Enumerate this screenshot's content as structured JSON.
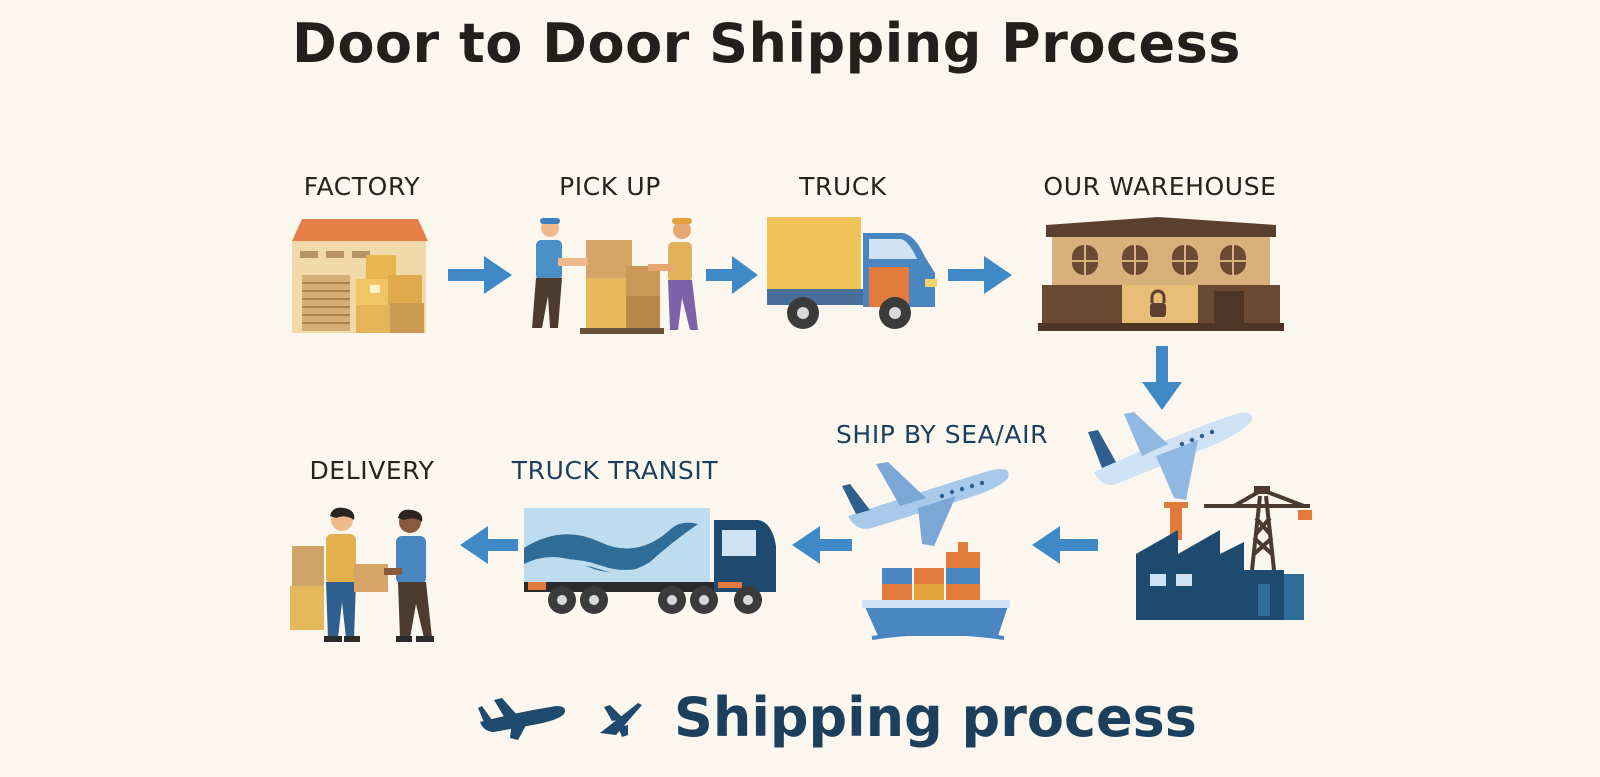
{
  "title": "Door to Door Shipping Process",
  "steps": [
    {
      "label": "FACTORY"
    },
    {
      "label": "PICK UP"
    },
    {
      "label": "TRUCK"
    },
    {
      "label": "OUR WAREHOUSE"
    },
    {
      "label": "SHIP BY SEA/AIR"
    },
    {
      "label": "TRUCK TRANSIT"
    },
    {
      "label": "DELIVERY"
    }
  ],
  "footer": {
    "text": "Shipping process"
  },
  "colors": {
    "background": "#fbf7ee",
    "arrow": "#3f8ac6",
    "navy": "#1d4a6e",
    "box": "#e6b866",
    "roof": "#e57f45"
  }
}
